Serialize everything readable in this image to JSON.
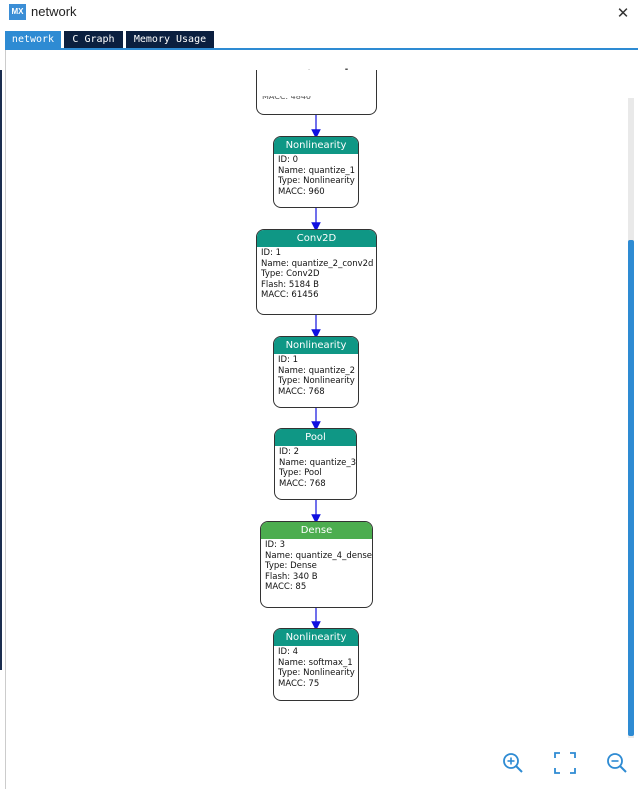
{
  "window": {
    "title": "network",
    "app_badge": "MX",
    "close_glyph": "✕"
  },
  "tabs": [
    {
      "label": "network",
      "active": true
    },
    {
      "label": "C Graph",
      "active": false
    },
    {
      "label": "Memory Usage",
      "active": false
    }
  ],
  "graph": {
    "title": "network",
    "partial_top_text": "MACC: 4840",
    "nodes": [
      {
        "header": "Nonlinearity",
        "color": "teal",
        "lines": [
          "ID: 0",
          "Name: quantize_1",
          "Type: Nonlinearity",
          "MACC: 960"
        ]
      },
      {
        "header": "Conv2D",
        "color": "teal",
        "lines": [
          "ID: 1",
          "Name: quantize_2_conv2d",
          "Type: Conv2D",
          "Flash: 5184 B",
          "MACC: 61456"
        ]
      },
      {
        "header": "Nonlinearity",
        "color": "teal",
        "lines": [
          "ID: 1",
          "Name: quantize_2",
          "Type: Nonlinearity",
          "MACC: 768"
        ]
      },
      {
        "header": "Pool",
        "color": "teal",
        "lines": [
          "ID: 2",
          "Name: quantize_3",
          "Type: Pool",
          "MACC: 768"
        ]
      },
      {
        "header": "Dense",
        "color": "green",
        "lines": [
          "ID: 3",
          "Name: quantize_4_dense",
          "Type: Dense",
          "Flash: 340 B",
          "MACC: 85"
        ]
      },
      {
        "header": "Nonlinearity",
        "color": "teal",
        "lines": [
          "ID: 4",
          "Name: softmax_1",
          "Type: Nonlinearity",
          "MACC: 75"
        ]
      }
    ]
  },
  "toolbar": {
    "zoom_in_icon": "zoom-in-icon",
    "fit_icon": "fit-screen-icon",
    "zoom_out_icon": "zoom-out-icon"
  },
  "colors": {
    "accent": "#2e8bd3",
    "tab_dark": "#0b1f3f",
    "node_teal": "#0f9785",
    "node_green": "#4cad4f",
    "edge": "#1010e0"
  }
}
